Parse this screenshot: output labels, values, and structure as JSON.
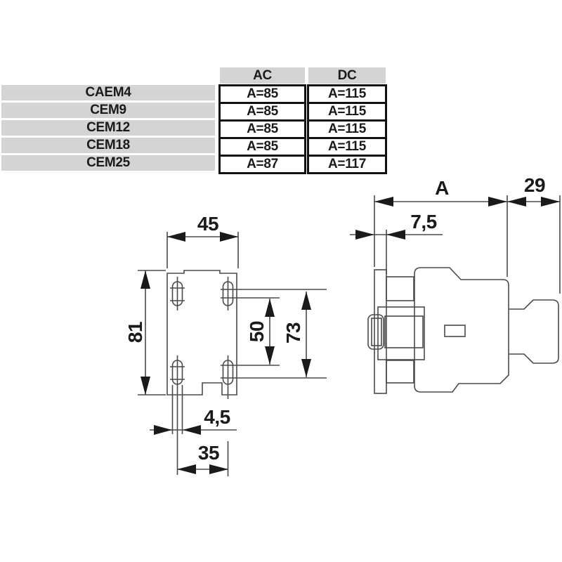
{
  "colors": {
    "background": "#ffffff",
    "table_band": "#d4d4d4",
    "table_border": "#111111",
    "drawing_line": "#4a4a4a",
    "ink": "#1a1a1a"
  },
  "table": {
    "columns": [
      "AC",
      "DC"
    ],
    "rows": [
      {
        "model": "CAEM4",
        "ac": "A=85",
        "dc": "A=115"
      },
      {
        "model": "CEM9",
        "ac": "A=85",
        "dc": "A=115"
      },
      {
        "model": "CEM12",
        "ac": "A=85",
        "dc": "A=115"
      },
      {
        "model": "CEM18",
        "ac": "A=85",
        "dc": "A=115"
      },
      {
        "model": "CEM25",
        "ac": "A=87",
        "dc": "A=117"
      }
    ]
  },
  "front_view": {
    "dims": {
      "width": "45",
      "height": "81",
      "hole_span_inner": "50",
      "hole_span_outer": "73",
      "slot_width": "4,5",
      "slot_spacing": "35"
    }
  },
  "side_view": {
    "dims": {
      "depth": "A",
      "rear_depth": "29",
      "plate_offset": "7,5"
    }
  }
}
